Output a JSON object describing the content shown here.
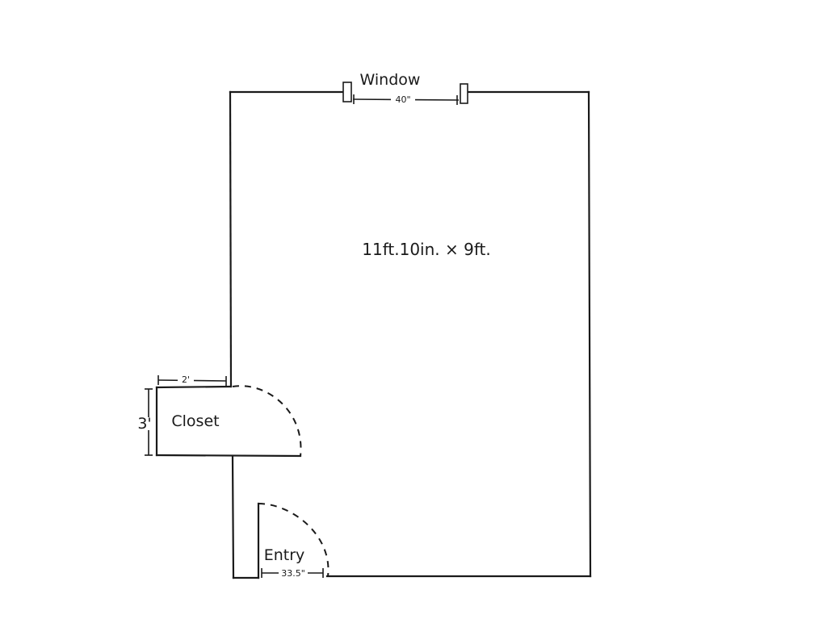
{
  "diagram": {
    "room_dimensions": "11ft.10in. × 9ft.",
    "window": {
      "label": "Window",
      "width": "40\""
    },
    "closet": {
      "label": "Closet",
      "width": "2'",
      "depth": "3'"
    },
    "entry": {
      "label": "Entry",
      "width": "33.5\""
    }
  }
}
